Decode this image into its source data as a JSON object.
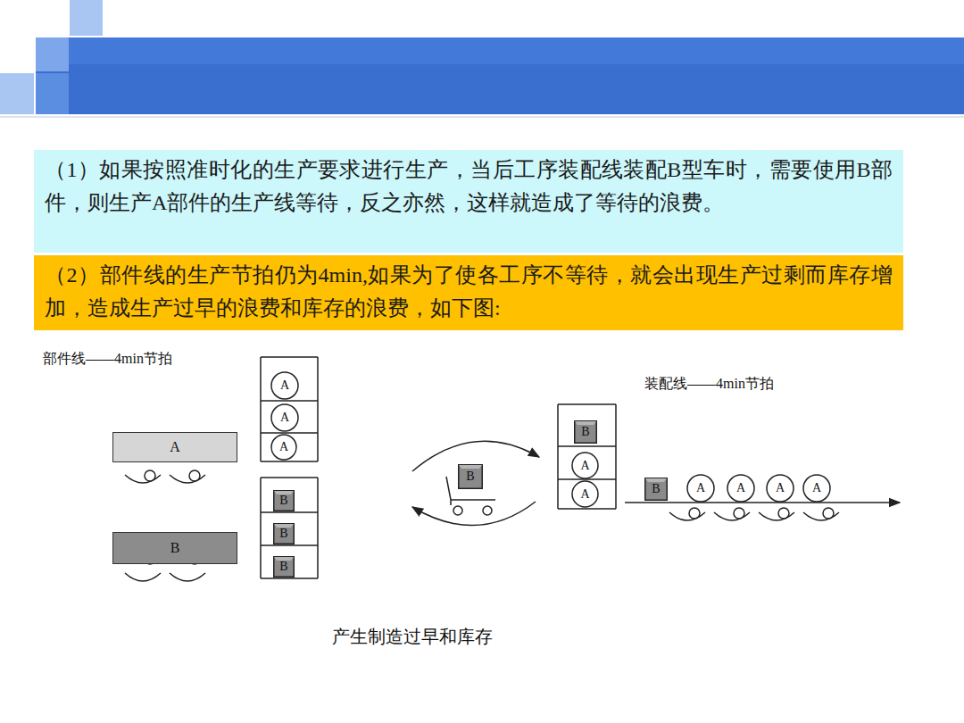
{
  "diagram": {
    "caption": "产生制造过早和库存",
    "nodes": [
      {
        "text": [
          "（1）如果按照准时化的生产要求进行生产，当后工序装配线装配B型车时，需要使用B部件，则生产A部件的生产线等待，反之亦然，这样就造成了等待的浪费。"
        ]
      },
      {
        "text": [
          "（2）部件线的生产节拍仍为4min,如果为了使各工序不等待，就会出现生产过剩而库存增加，造成生产过早的浪费和库存的浪费，如下图:"
        ]
      },
      {
        "text": [
          "A"
        ]
      },
      {
        "text": [
          "A"
        ]
      },
      {
        "text": [
          "A"
        ]
      },
      {
        "text": [
          "A"
        ]
      },
      {
        "text": [
          "B"
        ]
      },
      {
        "text": [
          "B"
        ]
      },
      {
        "text": [
          "B"
        ]
      },
      {
        "text": [
          "B"
        ]
      },
      {
        "text": [
          "B"
        ]
      },
      {
        "text": [
          "B"
        ]
      },
      {
        "text": [
          "A"
        ]
      },
      {
        "text": [
          "A"
        ]
      },
      {
        "text": [
          "B"
        ]
      },
      {
        "text": [
          "A"
        ]
      },
      {
        "text": [
          "A"
        ]
      },
      {
        "text": [
          "A"
        ]
      },
      {
        "text": [
          "A"
        ]
      }
    ],
    "labels": [
      "部件线——4min节拍",
      "装配线——4min节拍"
    ]
  }
}
